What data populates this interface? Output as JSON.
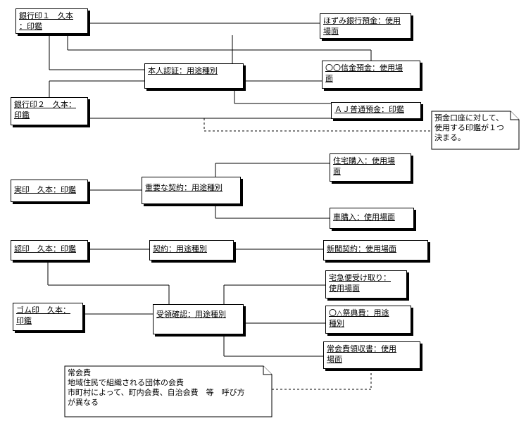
{
  "objects": {
    "bank_seal_1": "銀行印１　久本\n：印鑑",
    "hozumi_bank_deposit": "ほずみ銀行預金：使用\n場面",
    "identity_verification": "本人認証：用途種別",
    "shinkin_deposit": "〇〇信金預金：使用場\n面",
    "bank_seal_2": "銀行印２　久本：\n印鑑",
    "aj_ordinary_deposit": "ＡＪ普通預金：印鑑",
    "registered_seal": "実印　久本：印鑑",
    "important_contract": "重要な契約：用途種別",
    "house_purchase": "住宅購入：使用場\n面",
    "car_purchase": "車購入：使用場面",
    "personal_seal": "認印　久本：印鑑",
    "contract": "契約：用途種別",
    "newspaper_contract": "新聞契約：使用場面",
    "parcel_receipt": "宅急便受け取り：\n使用場面",
    "rubber_stamp": "ゴム印　久本：\n印鑑",
    "receipt_confirmation": "受領確認：用途種別",
    "festival_fee": "〇△祭典費：用途\n種別",
    "membership_fee_receipt": "常会費領収書：使用\n場面"
  },
  "notes": {
    "account_seal": "預金口座に対して、\n使用する印鑑が１つ\n決まる。",
    "membership_fee": "常会費\n地域住民で組織される団体の会費\n市町村によって、町内会費、自治会費　等　呼び方\nが異なる"
  }
}
